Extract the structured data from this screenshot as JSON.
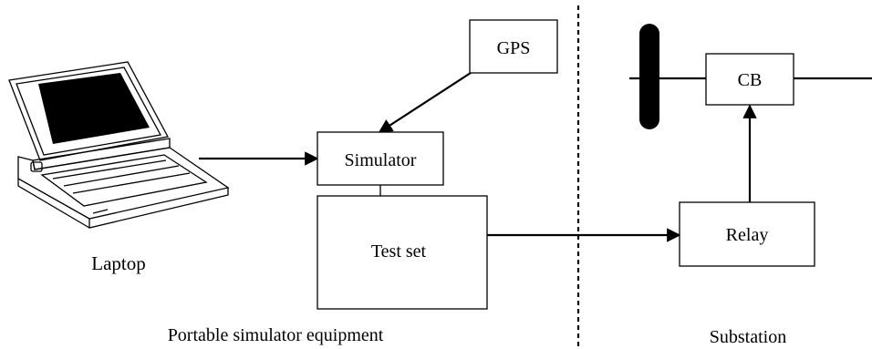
{
  "diagram": {
    "boxes": {
      "gps": "GPS",
      "simulator": "Simulator",
      "test_set": "Test set",
      "cb": "CB",
      "relay": "Relay"
    },
    "labels": {
      "laptop": "Laptop",
      "portable_equipment": "Portable simulator equipment",
      "substation": "Substation"
    },
    "icons": {
      "laptop": "laptop-icon",
      "busbar": "busbar-icon"
    },
    "colors": {
      "line": "#000000",
      "background": "#ffffff",
      "screen": "#000000"
    }
  }
}
